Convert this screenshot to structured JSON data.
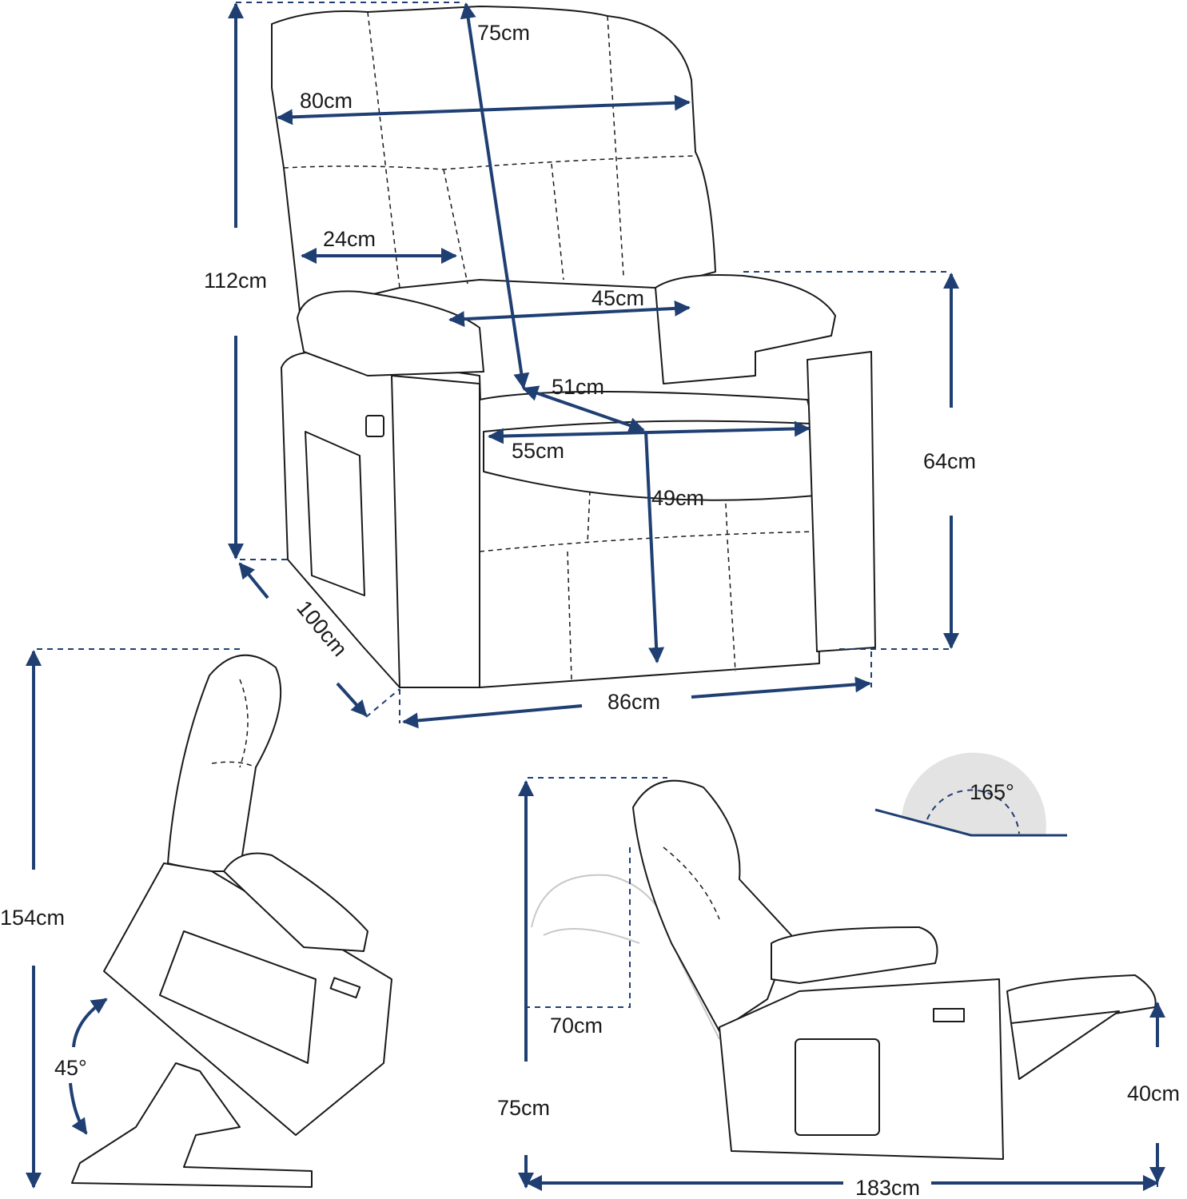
{
  "colors": {
    "dimension": "#1f3f73",
    "outline": "#1a1a1a",
    "angle_fill": "#e3e3e3"
  },
  "front_view": {
    "back_height": "75cm",
    "back_width": "80cm",
    "arm_width": "24cm",
    "total_height": "112cm",
    "seat_width_upper": "45cm",
    "seat_depth": "51cm",
    "seat_width": "55cm",
    "seat_height": "49cm",
    "arm_height": "64cm",
    "depth": "100cm",
    "total_width": "86cm"
  },
  "lift_view": {
    "height": "154cm",
    "lift_angle": "45°"
  },
  "recline_view": {
    "recline_angle": "165°",
    "wall_clearance": "70cm",
    "height": "75cm",
    "footrest_height": "40cm",
    "length": "183cm"
  }
}
